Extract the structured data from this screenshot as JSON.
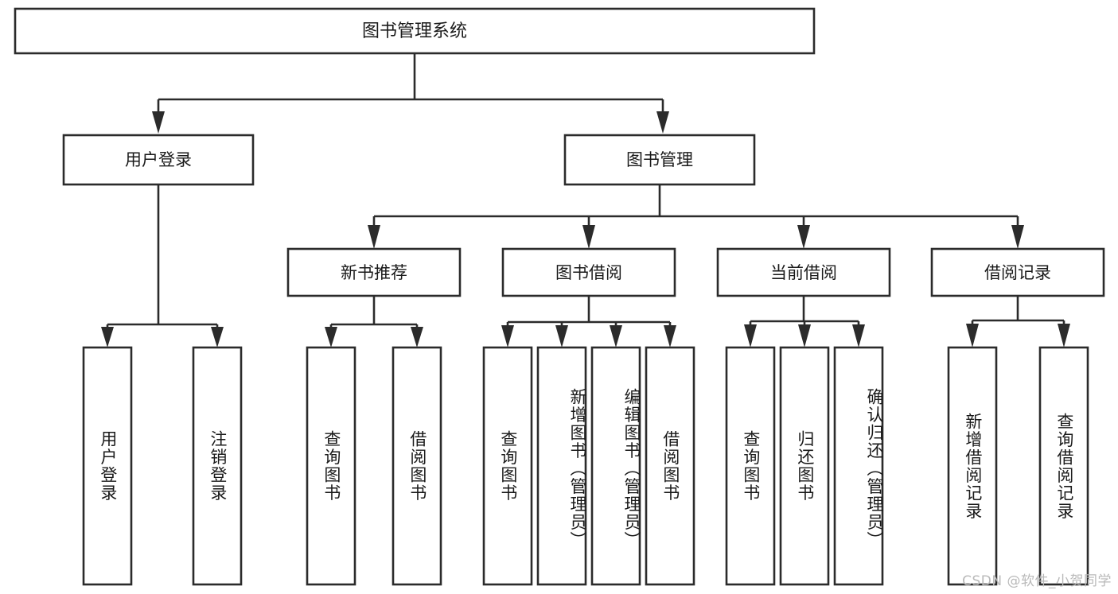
{
  "diagram": {
    "type": "tree-hierarchy",
    "title": "图书管理系统",
    "orientation": "top-down",
    "colors": {
      "stroke": "#2b2b2b",
      "fill": "#ffffff",
      "text": "#1a1a1a",
      "watermark": "#b9b9b9",
      "background": "#ffffff"
    },
    "levels": [
      {
        "level": 1,
        "nodes": [
          {
            "id": "root",
            "label": "图书管理系统",
            "orientation": "horizontal"
          }
        ]
      },
      {
        "level": 2,
        "nodes": [
          {
            "id": "login",
            "label": "用户登录",
            "orientation": "horizontal",
            "parent": "root"
          },
          {
            "id": "bookmgmt",
            "label": "图书管理",
            "orientation": "horizontal",
            "parent": "root"
          }
        ]
      },
      {
        "level": 3,
        "nodes": [
          {
            "id": "newbook",
            "label": "新书推荐",
            "orientation": "horizontal",
            "parent": "bookmgmt"
          },
          {
            "id": "borrow",
            "label": "图书借阅",
            "orientation": "horizontal",
            "parent": "bookmgmt"
          },
          {
            "id": "current",
            "label": "当前借阅",
            "orientation": "horizontal",
            "parent": "bookmgmt"
          },
          {
            "id": "records",
            "label": "借阅记录",
            "orientation": "horizontal",
            "parent": "bookmgmt"
          }
        ]
      },
      {
        "level": 4,
        "nodes": [
          {
            "id": "leaf-user-login",
            "label": "用户登录",
            "orientation": "vertical",
            "parent": "login"
          },
          {
            "id": "leaf-user-logout",
            "label": "注销登录",
            "orientation": "vertical",
            "parent": "login"
          },
          {
            "id": "leaf-newbook-query",
            "label": "查询图书",
            "orientation": "vertical",
            "parent": "newbook"
          },
          {
            "id": "leaf-newbook-borrow",
            "label": "借阅图书",
            "orientation": "vertical",
            "parent": "newbook"
          },
          {
            "id": "leaf-borrow-query",
            "label": "查询图书",
            "orientation": "vertical",
            "parent": "borrow"
          },
          {
            "id": "leaf-borrow-add",
            "label": "新增图书（管理员）",
            "orientation": "vertical",
            "parent": "borrow"
          },
          {
            "id": "leaf-borrow-edit",
            "label": "编辑图书（管理员）",
            "orientation": "vertical",
            "parent": "borrow"
          },
          {
            "id": "leaf-borrow-lend",
            "label": "借阅图书",
            "orientation": "vertical",
            "parent": "borrow"
          },
          {
            "id": "leaf-current-query",
            "label": "查询图书",
            "orientation": "vertical",
            "parent": "current"
          },
          {
            "id": "leaf-current-return",
            "label": "归还图书",
            "orientation": "vertical",
            "parent": "current"
          },
          {
            "id": "leaf-current-confirm",
            "label": "确认归还（管理员）",
            "orientation": "vertical",
            "parent": "current"
          },
          {
            "id": "leaf-records-add",
            "label": "新增借阅记录",
            "orientation": "vertical",
            "parent": "records"
          },
          {
            "id": "leaf-records-query",
            "label": "查询借阅记录",
            "orientation": "vertical",
            "parent": "records"
          }
        ]
      }
    ]
  },
  "watermark": {
    "text": "CSDN @软件_小贺同学"
  }
}
